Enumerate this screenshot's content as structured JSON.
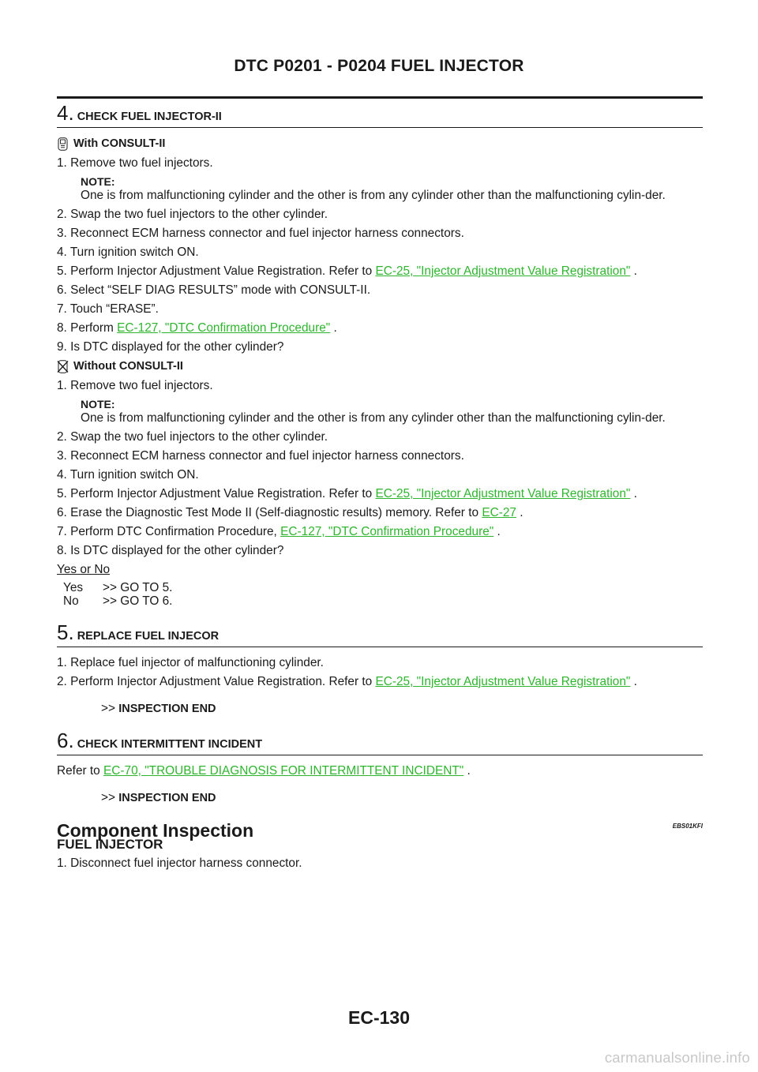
{
  "header": {
    "title": "DTC P0201 - P0204 FUEL INJECTOR"
  },
  "step4": {
    "number": "4.",
    "title": "CHECK FUEL INJECTOR-II",
    "with_consult": {
      "heading": "With CONSULT-II",
      "items": [
        "1. Remove two fuel injectors.",
        "2. Swap the two fuel injectors to the other cylinder.",
        "3. Reconnect ECM harness connector and fuel injector harness connectors.",
        "4. Turn ignition switch ON.",
        "5. Perform Injector Adjustment Value Registration. Refer to",
        "6. Select “SELF DIAG RESULTS” mode with CONSULT-II.",
        "7. Touch “ERASE”.",
        "8. Perform",
        "9. Is DTC displayed for the other cylinder?"
      ],
      "note_label": "NOTE:",
      "note_text": "One is from malfunctioning cylinder and the other is from any cylinder other than the malfunctioning cylin-der.",
      "link5": "EC-25, \"Injector Adjustment Value Registration\"",
      "link8": "EC-127, \"DTC Confirmation Procedure\"",
      "period": "."
    },
    "without_consult": {
      "heading": "Without CONSULT-II",
      "items": [
        "1. Remove two fuel injectors.",
        "2. Swap the two fuel injectors to the other cylinder.",
        "3. Reconnect ECM harness connector and fuel injector harness connectors.",
        "4. Turn ignition switch ON.",
        "5. Perform Injector Adjustment Value Registration. Refer to",
        "6. Erase the Diagnostic Test Mode II (Self-diagnostic results) memory. Refer to",
        "7. Perform DTC Confirmation Procedure,",
        "8. Is DTC displayed for the other cylinder?"
      ],
      "note_label": "NOTE:",
      "note_text": "One is from malfunctioning cylinder and the other is from any cylinder other than the malfunctioning cylin-der.",
      "link5": "EC-25, \"Injector Adjustment Value Registration\"",
      "link6": "EC-27",
      "link7": "EC-127, \"DTC Confirmation Procedure\"",
      "period": "."
    },
    "yesno": {
      "label": "Yes or No",
      "rows": [
        {
          "key": "Yes",
          "value": ">> GO TO 5."
        },
        {
          "key": "No",
          "value": ">> GO TO 6."
        }
      ]
    }
  },
  "step5": {
    "number": "5.",
    "title": "REPLACE FUEL INJECOR",
    "items": [
      "1. Replace fuel injector of malfunctioning cylinder.",
      "2. Perform Injector Adjustment Value Registration. Refer to"
    ],
    "link2": "EC-25, \"Injector Adjustment Value Registration\"",
    "period": ".",
    "end_prefix": ">>",
    "end_text": "INSPECTION END"
  },
  "step6": {
    "number": "6.",
    "title": "CHECK INTERMITTENT INCIDENT",
    "refer": "Refer to",
    "link": "EC-70, \"TROUBLE DIAGNOSIS FOR INTERMITTENT INCIDENT\"",
    "period": ".",
    "end_prefix": ">>",
    "end_text": "INSPECTION END"
  },
  "component": {
    "title": "Component Inspection",
    "code": "EBS01KFI",
    "subtitle": "FUEL INJECTOR",
    "items": [
      "1. Disconnect fuel injector harness connector."
    ]
  },
  "footer": {
    "page": "EC-130"
  },
  "watermark": "carmanualsonline.info",
  "colors": {
    "link": "#2fb52f",
    "text": "#1a1a1a",
    "watermark": "#c8c8c8"
  }
}
